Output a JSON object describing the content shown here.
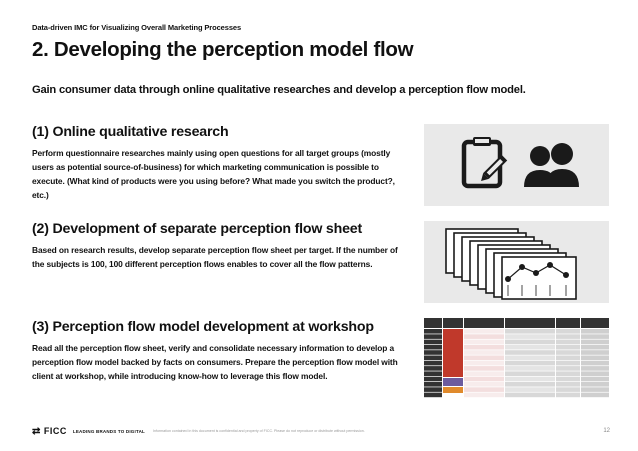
{
  "header": {
    "small_title": "Data-driven IMC for Visualizing Overall Marketing Processes",
    "title": "2. Developing the perception model flow",
    "subtitle": "Gain consumer data through online qualitative researches and develop a perception flow model."
  },
  "sections": [
    {
      "heading": "(1) Online qualitative research",
      "body": "Perform questionnaire researches mainly using open questions for all target groups (mostly users as potential source-of-business) for which marketing communication is possible to execute. (What kind of products were you using before? What made you switch the product?, etc.)",
      "icons": [
        "clipboard-edit-icon",
        "users-icon"
      ]
    },
    {
      "heading": "(2) Development of separate perception flow sheet",
      "body": "Based on research results, develop separate perception flow sheet per target. If the number of the subjects is 100, 100 different perception flows enables to cover all the flow patterns.",
      "icons": [
        "stacked-sheets-icon"
      ]
    },
    {
      "heading": "(3) Perception flow model development at workshop",
      "body": "Read all the perception flow sheet, verify and consolidate necessary information to develop a perception flow model backed by facts on consumers. Prepare the perception flow model with client at workshop, while introducing know-how to leverage this flow model.",
      "icons": [
        "flow-model-table-thumbnail"
      ]
    }
  ],
  "footer": {
    "logo": "FICC",
    "tagline": "LEADING BRANDS TO DIGITAL",
    "note": "Information contained in this document is confidential and property of FICC. Please do not reproduce or distribute without permission.",
    "page_number": "12"
  },
  "colors": {
    "panel_bg": "#e9e9e9",
    "icon_dark": "#1a1a1a",
    "accent_red": "#c0392b",
    "table_dark": "#333333"
  }
}
